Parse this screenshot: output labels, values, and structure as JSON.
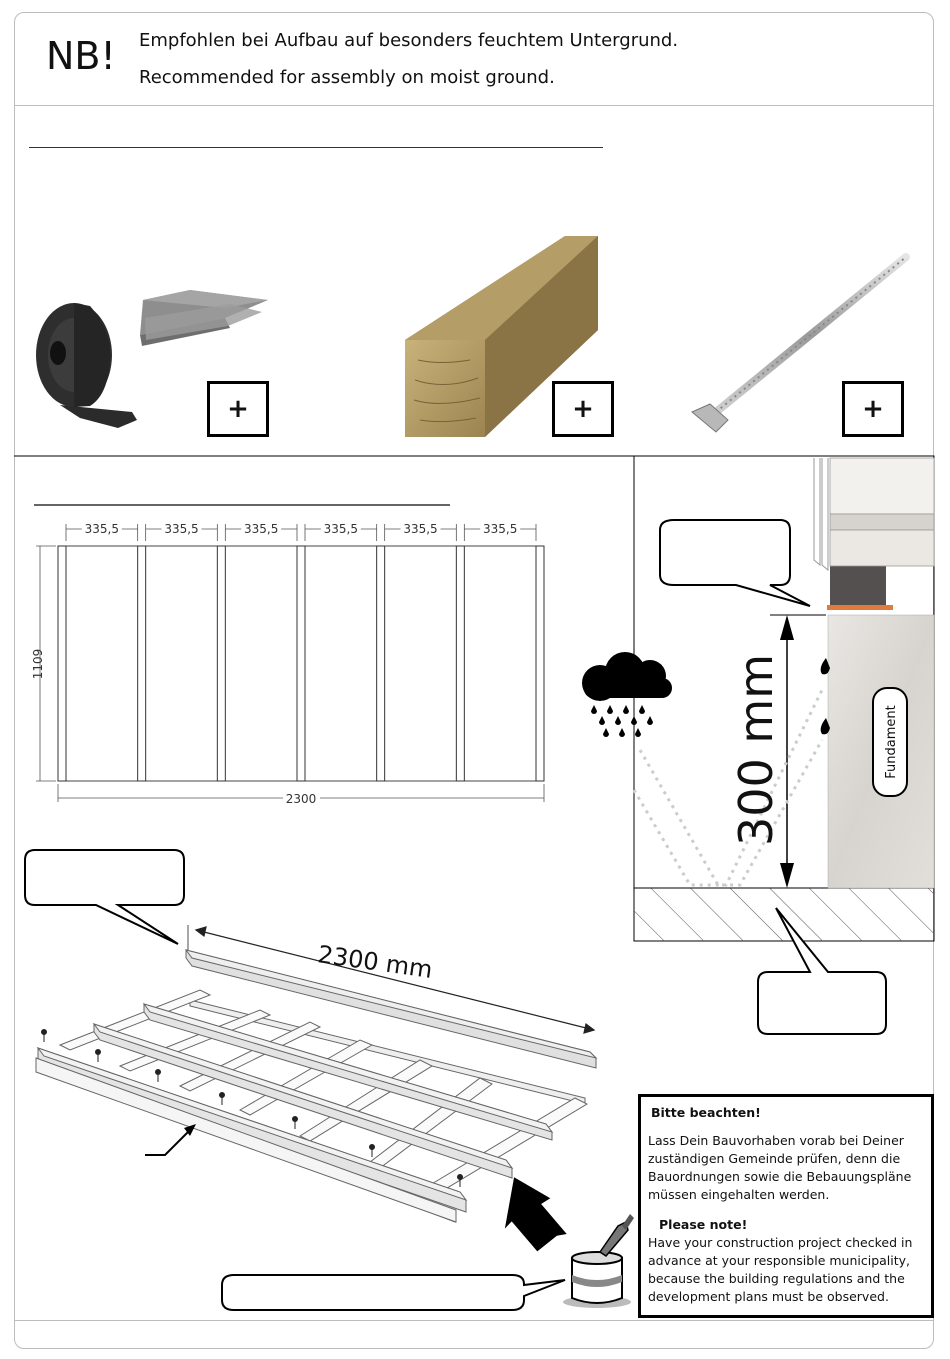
{
  "header": {
    "nb": "NB!",
    "line_de": "Empfohlen bei Aufbau auf besonders feuchtem Untergrund.",
    "line_en": "Recommended for assembly on moist ground."
  },
  "materials": {
    "plus_symbol": "+"
  },
  "plan": {
    "spacing_labels": [
      "335,5",
      "335,5",
      "335,5",
      "335,5",
      "335,5",
      "335,5"
    ],
    "height_label": "1109",
    "width_label": "2300"
  },
  "isometric": {
    "length_label": "2300 mm"
  },
  "section": {
    "height_label": "300 mm",
    "foundation_label": "Fundament"
  },
  "note": {
    "title_de": "Bitte beachten!",
    "text_de": "Lass Dein Bauvorhaben vorab bei Deiner zuständigen Gemeinde prüfen, denn die Bauordnungen sowie die Bebauungspläne müssen eingehalten werden.",
    "title_en": "Please note!",
    "text_en": "Have your construction project checked in advance at your responsible municipality, because the building regulations and the development plans must be observed."
  }
}
